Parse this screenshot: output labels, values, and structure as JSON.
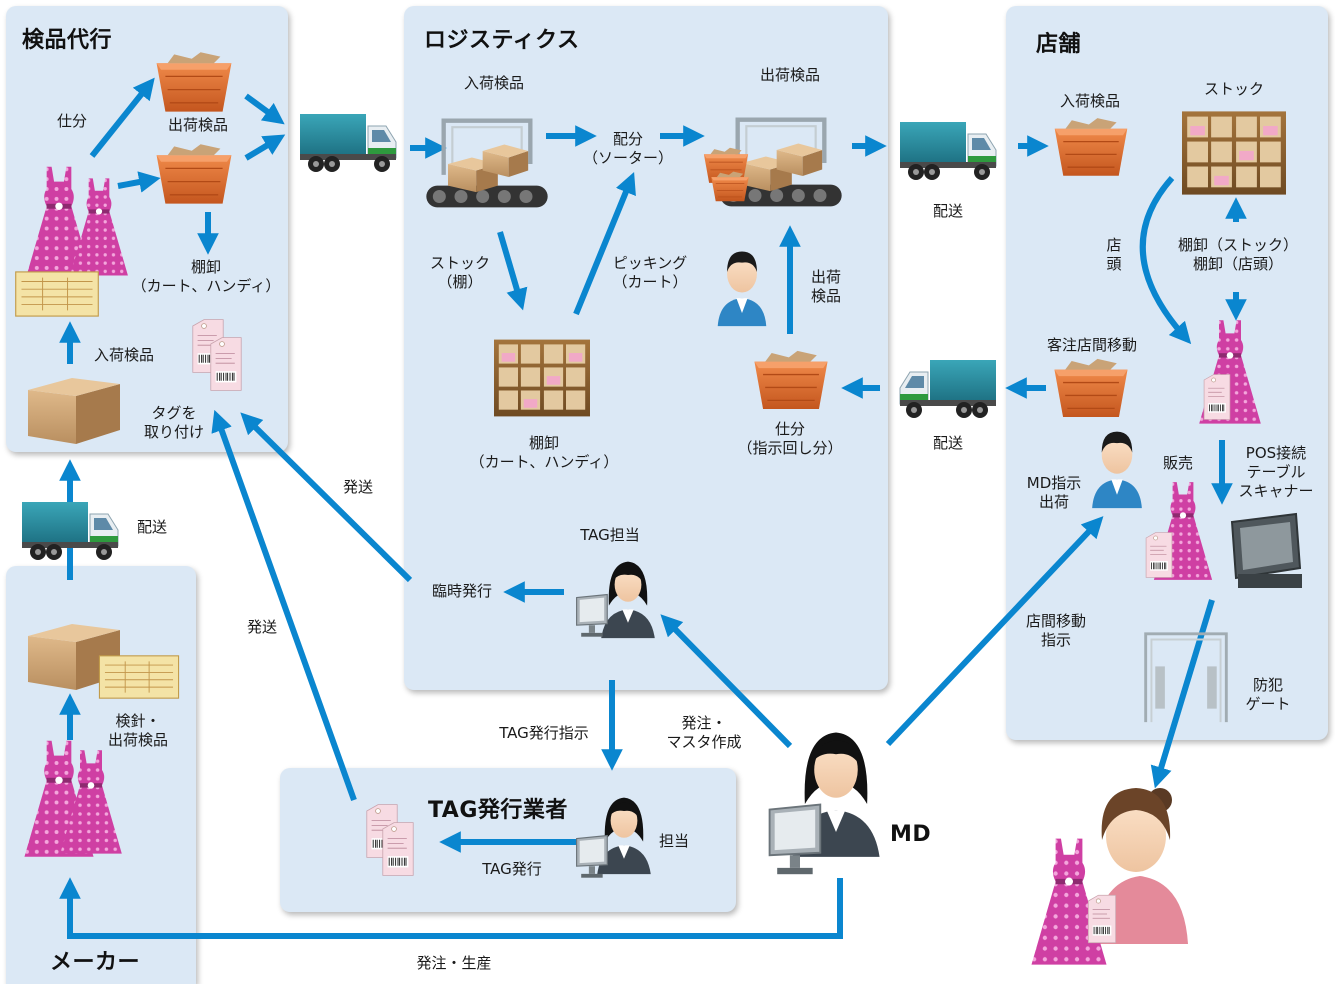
{
  "sections": {
    "kenpin": "検品代行",
    "logistics": "ロジスティクス",
    "store": "店舗",
    "maker": "メーカー",
    "tag_vendor": "TAG発行業者",
    "md": "MD"
  },
  "kenpin_labels": {
    "shiwake": "仕分",
    "shukka_kenpin": "出荷検品",
    "tanaoroshi_1": "棚卸",
    "tanaoroshi_2": "（カート、ハンディ）",
    "nyuka_kenpin": "入荷検品",
    "tag_1": "タグを",
    "tag_2": "取り付け"
  },
  "logistics_labels": {
    "nyuka_kenpin": "入荷検品",
    "haibun_1": "配分",
    "haibun_2": "（ソーター）",
    "shukka_kenpin": "出荷検品",
    "stock_1": "ストック",
    "stock_2": "（棚）",
    "picking_1": "ピッキング",
    "picking_2": "（カート）",
    "shukka_1": "出荷",
    "shukka_2": "検品",
    "tanaoroshi_1": "棚卸",
    "tanaoroshi_2": "（カート、ハンディ）",
    "shiwake_1": "仕分",
    "shiwake_2": "（指示回し分）",
    "tag_tanto": "TAG担当",
    "rinji": "臨時発行"
  },
  "store_labels": {
    "nyuka_kenpin": "入荷検品",
    "stock": "ストック",
    "tento_1": "店",
    "tento_2": "頭",
    "tana_1": "棚卸（ストック）",
    "tana_2": "棚卸（店頭）",
    "kyakuchu": "客注店間移動",
    "md_shiji_1": "MD指示",
    "md_shiji_2": "出荷",
    "hanbai": "販売",
    "pos_1": "POS接続",
    "pos_2": "テーブル",
    "pos_3": "スキャナー",
    "tenkan_1": "店間移動",
    "tenkan_2": "指示",
    "bohan_1": "防犯",
    "bohan_2": "ゲート"
  },
  "flow_labels": {
    "haiso_1": "配送",
    "haiso_2": "配送",
    "haiso_3": "配送",
    "hasso_1": "発送",
    "hasso_2": "発送",
    "tag_hakko_shiji": "TAG発行指示",
    "hachu_1": "発注・",
    "hachu_2": "マスタ作成",
    "hachu_seisan": "発注・生産",
    "tag_hakko": "TAG発行",
    "tanto": "担当"
  },
  "maker_labels": {
    "kenshin_1": "検針・",
    "kenshin_2": "出荷検品"
  },
  "colors": {
    "panel": "#dbe8f5",
    "arrow": "#0a86cf",
    "truck_cargo": "#2a8fa3",
    "box_orange": "#d86a2a",
    "dress": "#cc3c9e"
  }
}
